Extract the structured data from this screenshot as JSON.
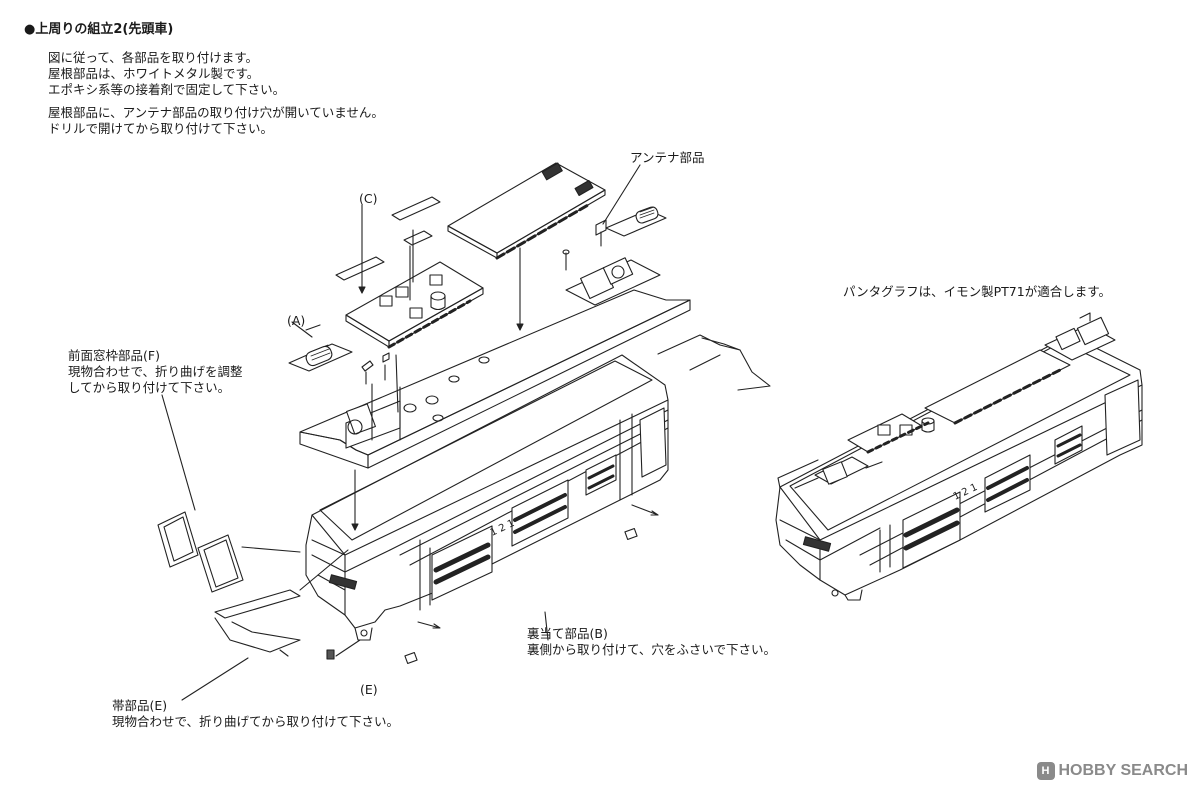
{
  "heading": "●上周りの組立2(先頭車)",
  "intro": [
    "図に従って、各部品を取り付けます。",
    "屋根部品は、ホワイトメタル製です。",
    "エポキシ系等の接着剤で固定して下さい。"
  ],
  "note": [
    "屋根部品に、アンテナ部品の取り付け穴が開いていません。",
    "ドリルで開けてから取り付けて下さい。"
  ],
  "labels": {
    "c": "(C)",
    "a": "(A)",
    "e": "(E)",
    "antenna": "アンテナ部品",
    "pantograph": "パンタグラフは、イモン製PT71が適合します。",
    "front_window": [
      "前面窓枠部品(F)",
      "現物合わせで、折り曲げを調整",
      "してから取り付けて下さい。"
    ],
    "backing": [
      "裏当て部品(B)",
      "裏側から取り付けて、穴をふさいで下さい。"
    ],
    "band": [
      "帯部品(E)",
      "現物合わせで、折り曲げてから取り付けて下さい。"
    ]
  },
  "watermark": {
    "badge": "H",
    "text": "HOBBY SEARCH"
  }
}
